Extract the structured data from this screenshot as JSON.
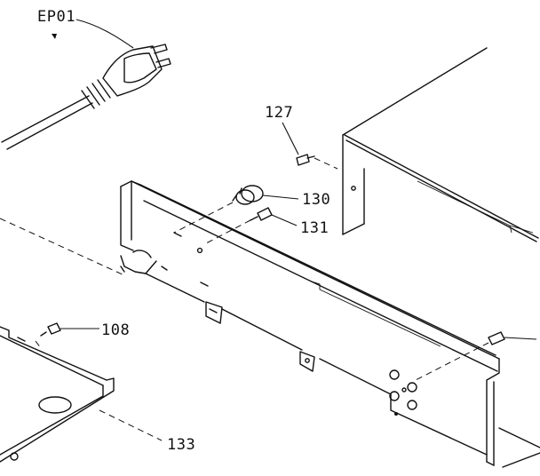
{
  "labels": {
    "power_cord": "EP01",
    "screw_top": "127",
    "knob": "130",
    "screw_mid": "131",
    "screw_left": "108",
    "base_plate": "133"
  }
}
